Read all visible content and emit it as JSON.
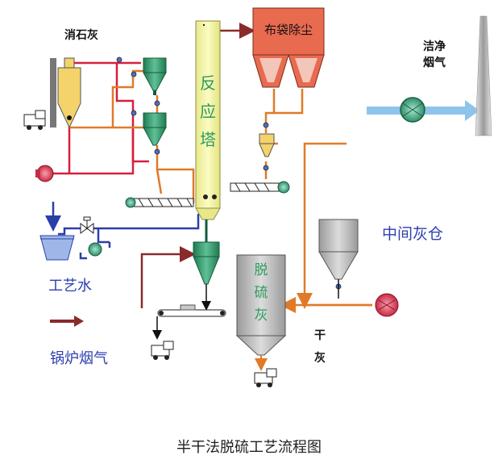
{
  "caption": "半干法脱硫工艺流程图",
  "labels": {
    "lime": "消石灰",
    "tower": [
      "反",
      "应",
      "塔"
    ],
    "baghouse": "布袋除尘",
    "clean_gas": [
      "洁净",
      "烟气"
    ],
    "middle_silo": "中间灰仓",
    "desulf_ash": [
      "脱",
      "硫",
      "灰"
    ],
    "dry_ash": [
      "干",
      "灰"
    ],
    "process_water": "工艺水",
    "boiler_gas": "锅炉烟气"
  },
  "colors": {
    "red_line": "#d71f3c",
    "orange_line": "#e07a28",
    "blue_line": "#2b3fa8",
    "tower_fill": "#f1f1a0",
    "baghouse_fill": "#e86a4f",
    "silo_fill": "#b9b9b9",
    "hopper_fill": "#3a9a6f",
    "gas_arrow": "#8ec4ea",
    "brown_arrow": "#8b2a2a",
    "label_blue": "#2c3fb0",
    "fan_red": "#d93a52",
    "fan_green": "#4bb08f"
  },
  "icons": [
    "truck-icon",
    "fan-icon",
    "valve-icon",
    "chimney-icon",
    "screw-conveyor-icon",
    "belt-conveyor-icon",
    "cyclone-icon"
  ]
}
